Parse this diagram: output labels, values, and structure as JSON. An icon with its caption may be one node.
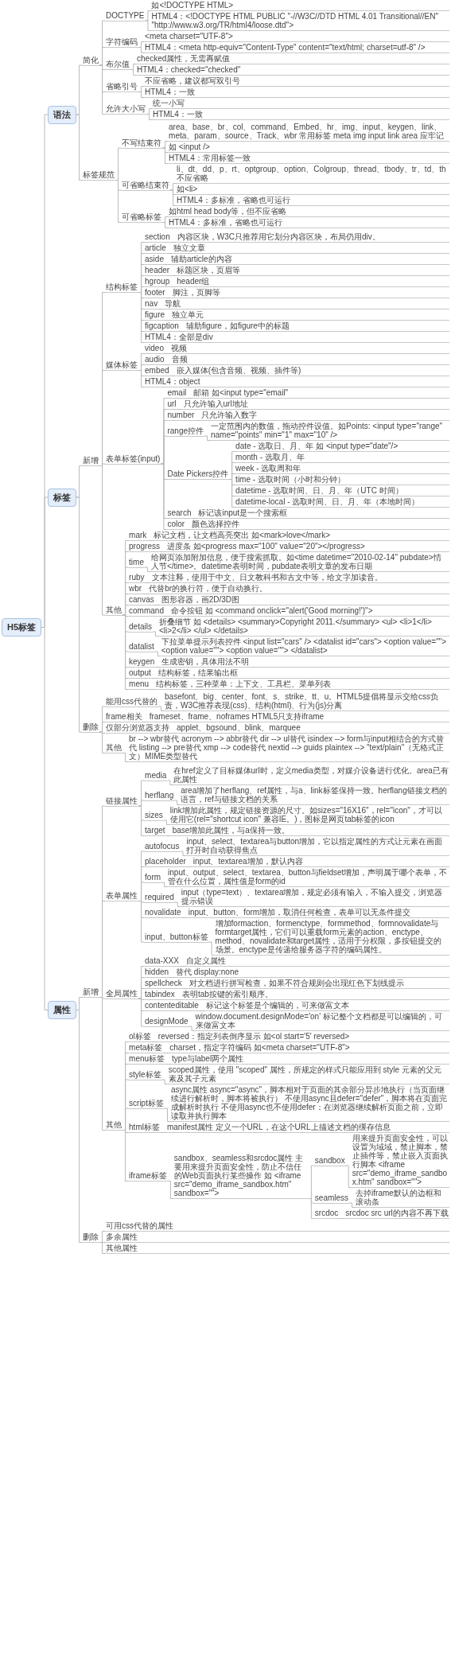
{
  "diagram": {
    "nodes": [
      {
        "text": [
          "H5标签"
        ]
      },
      {
        "text": [
          "语法"
        ]
      },
      {
        "text": [
          "简化"
        ]
      },
      {
        "text": [
          "DOCTYPE"
        ]
      },
      {
        "text": [
          "如<!DOCTYPE HTML>"
        ]
      },
      {
        "text": [
          "HTML4：<!DOCTYPE HTML PUBLIC \"-//W3C//DTD HTML 4.01 Transitional//EN\" \"http://www.w3.org/TR/html4/loose.dtd\">"
        ]
      },
      {
        "text": [
          "字符编码"
        ]
      },
      {
        "text": [
          "<meta charset=\"UTF-8\">"
        ]
      },
      {
        "text": [
          "HTML4：<meta http-equiv=\"Content-Type\" content=\"text/html; charset=utf-8\" />"
        ]
      },
      {
        "text": [
          "布尔值"
        ]
      },
      {
        "text": [
          "checked属性，无需再赋值"
        ]
      },
      {
        "text": [
          "HTML4：checked=\"checked\""
        ]
      },
      {
        "text": [
          "省略引号"
        ]
      },
      {
        "text": [
          "不应省略，建议都写双引号"
        ]
      },
      {
        "text": [
          "HTML4：一致"
        ]
      },
      {
        "text": [
          "允许大小写"
        ]
      },
      {
        "text": [
          "统一小写"
        ]
      },
      {
        "text": [
          "HTML4：一致"
        ]
      },
      {
        "text": [
          "标签规范"
        ]
      },
      {
        "text": [
          "不写结束符"
        ]
      },
      {
        "text": [
          "area、base、br、col、command、Embed、hr、img、input、keygen、link、meta、param、source、Track、wbr 常用标签 meta img input link area 应牢记"
        ]
      },
      {
        "text": [
          "如 <input />"
        ]
      },
      {
        "text": [
          "HTML4：常用标签一致"
        ]
      },
      {
        "text": [
          "可省略结束符"
        ]
      },
      {
        "text": [
          "li、dt、dd、p、rt、optgroup、option、Colgroup、thread、tbody、tr、td、th 不应省略"
        ]
      },
      {
        "text": [
          "如<li>"
        ]
      },
      {
        "text": [
          "HTML4：多标准，省略也可运行"
        ]
      },
      {
        "text": [
          "可省略标签"
        ]
      },
      {
        "text": [
          "如html head body等，但不应省略"
        ]
      },
      {
        "text": [
          "HTML4：多标准，省略也可运行"
        ]
      },
      {
        "text": [
          "标签"
        ]
      },
      {
        "text": [
          "新增"
        ]
      },
      {
        "text": [
          "结构标签"
        ]
      },
      {
        "text": [
          "section"
        ]
      },
      {
        "text": [
          "内容区块，W3C只推荐用它划分内容区块，布局仍用div。"
        ]
      },
      {
        "text": [
          "article"
        ]
      },
      {
        "text": [
          "独立文章"
        ]
      },
      {
        "text": [
          "aside"
        ]
      },
      {
        "text": [
          "辅助article的内容"
        ]
      },
      {
        "text": [
          "header"
        ]
      },
      {
        "text": [
          "标题区块，页眉等"
        ]
      },
      {
        "text": [
          "hgroup"
        ]
      },
      {
        "text": [
          "header组"
        ]
      },
      {
        "text": [
          "footer"
        ]
      },
      {
        "text": [
          "脚注，页脚等"
        ]
      },
      {
        "text": [
          "nav"
        ]
      },
      {
        "text": [
          "导航"
        ]
      },
      {
        "text": [
          "figure"
        ]
      },
      {
        "text": [
          "独立单元"
        ]
      },
      {
        "text": [
          "figcaption"
        ]
      },
      {
        "text": [
          "辅助figure，如figure中的标题"
        ]
      },
      {
        "text": [
          "HTML4：全部是div"
        ]
      },
      {
        "text": [
          "媒体标签"
        ]
      },
      {
        "text": [
          "video"
        ]
      },
      {
        "text": [
          "视频"
        ]
      },
      {
        "text": [
          "audio"
        ]
      },
      {
        "text": [
          "音频"
        ]
      },
      {
        "text": [
          "embed"
        ]
      },
      {
        "text": [
          "嵌入媒体(包含音频、视频、插件等)"
        ]
      },
      {
        "text": [
          "HTML4：object"
        ]
      },
      {
        "text": [
          "表单标签(input)"
        ]
      },
      {
        "text": [
          "email"
        ]
      },
      {
        "text": [
          "邮箱 如<input type=\"email\""
        ]
      },
      {
        "text": [
          "url"
        ]
      },
      {
        "text": [
          "只允许输入url地址"
        ]
      },
      {
        "text": [
          "number"
        ]
      },
      {
        "text": [
          "只允许输入数字"
        ]
      },
      {
        "text": [
          "range控件"
        ]
      },
      {
        "text": [
          "一定范围内的数值，拖动控件设值。如Points: <input type=\"range\" name=\"points\" min=\"1\" max=\"10\" />"
        ]
      },
      {
        "text": [
          "Date Pickers控件"
        ]
      },
      {
        "text": [
          "date - 选取日、月、年 如 <input type=\"date\"/>"
        ]
      },
      {
        "text": [
          "month - 选取月、年"
        ]
      },
      {
        "text": [
          "week - 选取周和年"
        ]
      },
      {
        "text": [
          "time - 选取时间（小时和分钟）"
        ]
      },
      {
        "text": [
          "datetime - 选取时间、日、月、年（UTC 时间）"
        ]
      },
      {
        "text": [
          "datetime-local - 选取时间、日、月、年（本地时间）"
        ]
      },
      {
        "text": [
          "search"
        ]
      },
      {
        "text": [
          "标记该input是一个搜索框"
        ]
      },
      {
        "text": [
          "color"
        ]
      },
      {
        "text": [
          "颜色选择控件"
        ]
      },
      {
        "text": [
          "其他"
        ]
      },
      {
        "text": [
          "mark"
        ]
      },
      {
        "text": [
          "标记文档，让文档高亮突出 如<mark>love</mark>"
        ]
      },
      {
        "text": [
          "progress"
        ]
      },
      {
        "text": [
          "进度条 如<progress max=\"100\" value=\"20\"></progress>"
        ]
      },
      {
        "text": [
          "time"
        ]
      },
      {
        "text": [
          "给网页添加附加信息，便于搜索抓取。如<time datetime=\"2010-02-14\" pubdate>情人节</time>。datetime表明时间，pubdate表明文章的发布日期"
        ]
      },
      {
        "text": [
          "ruby"
        ]
      },
      {
        "text": [
          "文本注释，使用于中文、日文教科书和古文中等，给文字加读音。"
        ]
      },
      {
        "text": [
          "wbr"
        ]
      },
      {
        "text": [
          "代替br的换行符，便于自动换行。"
        ]
      },
      {
        "text": [
          "canvas"
        ]
      },
      {
        "text": [
          "图形容器，画2D/3D图"
        ]
      },
      {
        "text": [
          "command"
        ]
      },
      {
        "text": [
          "命令按钮 如 <command onclick=\"alert('Good morning!')\">"
        ]
      },
      {
        "text": [
          "details"
        ]
      },
      {
        "text": [
          "折叠细节 如 <details> <summary>Copyright 2011.</summary> <ul> <li>1</li> <li>2</li> </ul> </details>"
        ]
      },
      {
        "text": [
          "datalist"
        ]
      },
      {
        "text": [
          "下拉菜单提示列表控件 <input list=\"cars\" /> <datalist id=\"cars\"> <option value=\"\"> <option value=\"\"> <option value=\"\"> </datalist>"
        ]
      },
      {
        "text": [
          "keygen"
        ]
      },
      {
        "text": [
          "生成密钥，具体用法不明"
        ]
      },
      {
        "text": [
          "output"
        ]
      },
      {
        "text": [
          "结构标签，结果输出框"
        ]
      },
      {
        "text": [
          "menu"
        ]
      },
      {
        "text": [
          "结构标签，三种菜单：上下文、工具栏、菜单列表"
        ]
      },
      {
        "text": [
          "删除"
        ]
      },
      {
        "text": [
          "能用css代替的"
        ]
      },
      {
        "text": [
          "basefont、big、center、font、s、strike、tt、u。HTML5提倡将显示交给css负责，W3C推荐表现(css)、结构(html)、行为(js)分离"
        ]
      },
      {
        "text": [
          "frame相关"
        ]
      },
      {
        "text": [
          "frameset、frame、noframes HTML5只支持iframe"
        ]
      },
      {
        "text": [
          "仅部分浏览器支持"
        ]
      },
      {
        "text": [
          "applet、bgsound、blink、marquee"
        ]
      },
      {
        "text": [
          "其他"
        ]
      },
      {
        "text": [
          "br --> wbr替代 acronym --> abbr替代 dir --> ul替代 isindex --> form与input相结合的方式替代 listing --> pre替代 xmp --> code替代 nextid --> guids plaintex --> \"text/plain\"（无格式正文）MIME类型替代"
        ]
      },
      {
        "text": [
          "属性"
        ]
      },
      {
        "text": [
          "新增"
        ]
      },
      {
        "text": [
          "链接属性"
        ]
      },
      {
        "text": [
          "media"
        ]
      },
      {
        "text": [
          "在href定义了目标媒体url时，定义media类型，对媒介设备进行优化。area已有此属性"
        ]
      },
      {
        "text": [
          "herflang"
        ]
      },
      {
        "text": [
          "area增加了herflang、ref属性，与a、link标签保持一致。herflang链接文档的语言，ref与链接文档的关系"
        ]
      },
      {
        "text": [
          "sizes"
        ]
      },
      {
        "text": [
          "link增加此属性，规定链接资源的尺寸。如sizes=\"16X16\"，rel=\"icon\"，才可以使用它(rel=\"shortcut icon\" 兼容IE。)，图标是网页tab标签的icon"
        ]
      },
      {
        "text": [
          "target"
        ]
      },
      {
        "text": [
          "base增加此属性，与a保持一致。"
        ]
      },
      {
        "text": [
          "表单属性"
        ]
      },
      {
        "text": [
          "autofocus"
        ]
      },
      {
        "text": [
          "input、select、textarea与button增加，它以指定属性的方式让元素在画面打开时自动获得焦点"
        ]
      },
      {
        "text": [
          "placeholder"
        ]
      },
      {
        "text": [
          "input、textarea增加，默认内容"
        ]
      },
      {
        "text": [
          "form"
        ]
      },
      {
        "text": [
          "input、output、select、textarea、button与fieldset增加，声明属于哪个表单，不管在什么位置，属性值是form的id"
        ]
      },
      {
        "text": [
          "required"
        ]
      },
      {
        "text": [
          "input（type=text）、textarea增加，规定必须有输入，不输入提交，浏览器提示错误"
        ]
      },
      {
        "text": [
          "novalidate"
        ]
      },
      {
        "text": [
          "input、button、form增加，取消任何检查，表单可以无条件提交"
        ]
      },
      {
        "text": [
          "input、button标签"
        ]
      },
      {
        "text": [
          "增加formaction、formenctype、formmethod、formnovalidate与formtarget属性，它们可以重载form元素的action、enctype、method、novalidate和target属性，适用于分权限，多按钮提交的场景。enctype是传递给服务器字符的编码属性。"
        ]
      },
      {
        "text": [
          "全局属性"
        ]
      },
      {
        "text": [
          "data-XXX"
        ]
      },
      {
        "text": [
          "自定义属性"
        ]
      },
      {
        "text": [
          "hidden"
        ]
      },
      {
        "text": [
          "替代 display:none"
        ]
      },
      {
        "text": [
          "spellcheck"
        ]
      },
      {
        "text": [
          "对文档进行拼写检查，如果不符合规则会出现红色下划线提示"
        ]
      },
      {
        "text": [
          "tabindex"
        ]
      },
      {
        "text": [
          "表明tab按键的索引顺序。"
        ]
      },
      {
        "text": [
          "contenteditable"
        ]
      },
      {
        "text": [
          "标记这个标签是个编辑的，可来做富文本"
        ]
      },
      {
        "text": [
          "designMode"
        ]
      },
      {
        "text": [
          "window.document.designMode='on' 标记整个文档都是可以编辑的，可来做富文本"
        ]
      },
      {
        "text": [
          "其他"
        ]
      },
      {
        "text": [
          "ol标签"
        ]
      },
      {
        "text": [
          "reversed：指定列表倒序显示 如<ol start='5' reversed>"
        ]
      },
      {
        "text": [
          "meta标签"
        ]
      },
      {
        "text": [
          "charset，指定字符编码 如<meta charset=\"UTF-8\">"
        ]
      },
      {
        "text": [
          "menu标签"
        ]
      },
      {
        "text": [
          "type与label两个属性"
        ]
      },
      {
        "text": [
          "style标签"
        ]
      },
      {
        "text": [
          "scoped属性，使用 \"scoped\" 属性，所规定的样式只能应用到 style 元素的父元素及其子元素"
        ]
      },
      {
        "text": [
          "script标签"
        ]
      },
      {
        "text": [
          "async属性 async=\"async\"，脚本相对于页面的其余部分异步地执行（当页面继续进行解析时，脚本将被执行） 不使用async且defer=\"defer\"，脚本将在页面完成解析时执行 不使用async也不使用defer：在浏览器继续解析页面之前，立即读取并执行脚本"
        ]
      },
      {
        "text": [
          "html标签"
        ]
      },
      {
        "text": [
          "manifest属性 定义一个URL，在这个URL上描述文档的缓存信息"
        ]
      },
      {
        "text": [
          "iframe标签"
        ]
      },
      {
        "text": [
          "sandbox、seamless和srcdoc属性 主要用来提升页面安全性，防止不信任的Web页面执行某些操作 如 <iframe src=\"demo_iframe_sandbox.htm\" sandbox=\"\">"
        ]
      },
      {
        "text": [
          "sandbox"
        ]
      },
      {
        "text": [
          "用来提升页面安全性，可以设置为域域，禁止脚本，禁止插件等，禁止嵌入页面执行脚本 <iframe src=\"demo_iframe_sandbox.htm\" sandbox=\"\">"
        ]
      },
      {
        "text": [
          "seamless"
        ]
      },
      {
        "text": [
          "去掉iframe默认的边框和滚动条"
        ]
      },
      {
        "text": [
          "srcdoc"
        ]
      },
      {
        "text": [
          "srcdoc src url的内容不再下载"
        ]
      },
      {
        "text": [
          "删除"
        ]
      },
      {
        "text": [
          "可用css代替的属性"
        ]
      },
      {
        "text": [
          "多余属性"
        ]
      },
      {
        "text": [
          "其他属性"
        ]
      }
    ],
    "edges": [
      {
        "from": 0,
        "to": 1,
        "arrow": "none"
      },
      {
        "from": 0,
        "to": 30,
        "arrow": "none"
      },
      {
        "from": 0,
        "to": 114,
        "arrow": "none"
      },
      {
        "from": 1,
        "to": 2,
        "arrow": "none"
      },
      {
        "from": 1,
        "to": 18,
        "arrow": "none"
      },
      {
        "from": 2,
        "to": 3,
        "arrow": "none"
      },
      {
        "from": 2,
        "to": 6,
        "arrow": "none"
      },
      {
        "from": 2,
        "to": 9,
        "arrow": "none"
      },
      {
        "from": 2,
        "to": 12,
        "arrow": "none"
      },
      {
        "from": 2,
        "to": 15,
        "arrow": "none"
      },
      {
        "from": 3,
        "to": 4,
        "arrow": "none"
      },
      {
        "from": 3,
        "to": 5,
        "arrow": "none"
      },
      {
        "from": 6,
        "to": 7,
        "arrow": "none"
      },
      {
        "from": 6,
        "to": 8,
        "arrow": "none"
      },
      {
        "from": 9,
        "to": 10,
        "arrow": "none"
      },
      {
        "from": 9,
        "to": 11,
        "arrow": "none"
      },
      {
        "from": 12,
        "to": 13,
        "arrow": "none"
      },
      {
        "from": 12,
        "to": 14,
        "arrow": "none"
      },
      {
        "from": 15,
        "to": 16,
        "arrow": "none"
      },
      {
        "from": 15,
        "to": 17,
        "arrow": "none"
      },
      {
        "from": 18,
        "to": 19,
        "arrow": "none"
      },
      {
        "from": 18,
        "to": 23,
        "arrow": "none"
      },
      {
        "from": 18,
        "to": 27,
        "arrow": "none"
      },
      {
        "from": 19,
        "to": 20,
        "arrow": "none"
      },
      {
        "from": 19,
        "to": 21,
        "arrow": "none"
      },
      {
        "from": 19,
        "to": 22,
        "arrow": "none"
      },
      {
        "from": 23,
        "to": 24,
        "arrow": "none"
      },
      {
        "from": 23,
        "to": 25,
        "arrow": "none"
      },
      {
        "from": 23,
        "to": 26,
        "arrow": "none"
      },
      {
        "from": 27,
        "to": 28,
        "arrow": "none"
      },
      {
        "from": 27,
        "to": 29,
        "arrow": "none"
      },
      {
        "from": 30,
        "to": 31,
        "arrow": "none"
      },
      {
        "from": 30,
        "to": 105,
        "arrow": "none"
      },
      {
        "from": 31,
        "to": 32,
        "arrow": "none"
      },
      {
        "from": 31,
        "to": 52,
        "arrow": "none"
      },
      {
        "from": 31,
        "to": 60,
        "arrow": "none"
      },
      {
        "from": 31,
        "to": 80,
        "arrow": "none"
      },
      {
        "from": 32,
        "to": 33,
        "arrow": "none"
      },
      {
        "from": 32,
        "to": 35,
        "arrow": "none"
      },
      {
        "from": 32,
        "to": 37,
        "arrow": "none"
      },
      {
        "from": 32,
        "to": 39,
        "arrow": "none"
      },
      {
        "from": 32,
        "to": 41,
        "arrow": "none"
      },
      {
        "from": 32,
        "to": 43,
        "arrow": "none"
      },
      {
        "from": 32,
        "to": 45,
        "arrow": "none"
      },
      {
        "from": 32,
        "to": 47,
        "arrow": "none"
      },
      {
        "from": 32,
        "to": 49,
        "arrow": "none"
      },
      {
        "from": 32,
        "to": 51,
        "arrow": "none"
      },
      {
        "from": 33,
        "to": 34,
        "arrow": "none"
      },
      {
        "from": 35,
        "to": 36,
        "arrow": "none"
      },
      {
        "from": 37,
        "to": 38,
        "arrow": "none"
      },
      {
        "from": 39,
        "to": 40,
        "arrow": "none"
      },
      {
        "from": 41,
        "to": 42,
        "arrow": "none"
      },
      {
        "from": 43,
        "to": 44,
        "arrow": "none"
      },
      {
        "from": 45,
        "to": 46,
        "arrow": "none"
      },
      {
        "from": 47,
        "to": 48,
        "arrow": "none"
      },
      {
        "from": 49,
        "to": 50,
        "arrow": "none"
      },
      {
        "from": 52,
        "to": 53,
        "arrow": "none"
      },
      {
        "from": 52,
        "to": 55,
        "arrow": "none"
      },
      {
        "from": 52,
        "to": 57,
        "arrow": "none"
      },
      {
        "from": 52,
        "to": 59,
        "arrow": "none"
      },
      {
        "from": 53,
        "to": 54,
        "arrow": "none"
      },
      {
        "from": 55,
        "to": 56,
        "arrow": "none"
      },
      {
        "from": 57,
        "to": 58,
        "arrow": "none"
      },
      {
        "from": 60,
        "to": 61,
        "arrow": "none"
      },
      {
        "from": 60,
        "to": 63,
        "arrow": "none"
      },
      {
        "from": 60,
        "to": 65,
        "arrow": "none"
      },
      {
        "from": 60,
        "to": 67,
        "arrow": "none"
      },
      {
        "from": 60,
        "to": 69,
        "arrow": "none"
      },
      {
        "from": 60,
        "to": 76,
        "arrow": "none"
      },
      {
        "from": 60,
        "to": 78,
        "arrow": "none"
      },
      {
        "from": 61,
        "to": 62,
        "arrow": "none"
      },
      {
        "from": 63,
        "to": 64,
        "arrow": "none"
      },
      {
        "from": 65,
        "to": 66,
        "arrow": "none"
      },
      {
        "from": 67,
        "to": 68,
        "arrow": "none"
      },
      {
        "from": 69,
        "to": 70,
        "arrow": "none"
      },
      {
        "from": 69,
        "to": 71,
        "arrow": "none"
      },
      {
        "from": 69,
        "to": 72,
        "arrow": "none"
      },
      {
        "from": 69,
        "to": 73,
        "arrow": "none"
      },
      {
        "from": 69,
        "to": 74,
        "arrow": "none"
      },
      {
        "from": 69,
        "to": 75,
        "arrow": "none"
      },
      {
        "from": 76,
        "to": 77,
        "arrow": "none"
      },
      {
        "from": 78,
        "to": 79,
        "arrow": "none"
      },
      {
        "from": 80,
        "to": 81,
        "arrow": "none"
      },
      {
        "from": 80,
        "to": 83,
        "arrow": "none"
      },
      {
        "from": 80,
        "to": 85,
        "arrow": "none"
      },
      {
        "from": 80,
        "to": 87,
        "arrow": "none"
      },
      {
        "from": 80,
        "to": 89,
        "arrow": "none"
      },
      {
        "from": 80,
        "to": 91,
        "arrow": "none"
      },
      {
        "from": 80,
        "to": 93,
        "arrow": "none"
      },
      {
        "from": 80,
        "to": 95,
        "arrow": "none"
      },
      {
        "from": 80,
        "to": 97,
        "arrow": "none"
      },
      {
        "from": 80,
        "to": 99,
        "arrow": "none"
      },
      {
        "from": 80,
        "to": 101,
        "arrow": "none"
      },
      {
        "from": 80,
        "to": 103,
        "arrow": "none"
      },
      {
        "from": 81,
        "to": 82,
        "arrow": "none"
      },
      {
        "from": 83,
        "to": 84,
        "arrow": "none"
      },
      {
        "from": 85,
        "to": 86,
        "arrow": "none"
      },
      {
        "from": 87,
        "to": 88,
        "arrow": "none"
      },
      {
        "from": 89,
        "to": 90,
        "arrow": "none"
      },
      {
        "from": 91,
        "to": 92,
        "arrow": "none"
      },
      {
        "from": 93,
        "to": 94,
        "arrow": "none"
      },
      {
        "from": 95,
        "to": 96,
        "arrow": "none"
      },
      {
        "from": 97,
        "to": 98,
        "arrow": "none"
      },
      {
        "from": 99,
        "to": 100,
        "arrow": "none"
      },
      {
        "from": 101,
        "to": 102,
        "arrow": "none"
      },
      {
        "from": 103,
        "to": 104,
        "arrow": "none"
      },
      {
        "from": 105,
        "to": 106,
        "arrow": "none"
      },
      {
        "from": 105,
        "to": 108,
        "arrow": "none"
      },
      {
        "from": 105,
        "to": 110,
        "arrow": "none"
      },
      {
        "from": 105,
        "to": 112,
        "arrow": "none"
      },
      {
        "from": 106,
        "to": 107,
        "arrow": "none"
      },
      {
        "from": 108,
        "to": 109,
        "arrow": "none"
      },
      {
        "from": 110,
        "to": 111,
        "arrow": "none"
      },
      {
        "from": 112,
        "to": 113,
        "arrow": "none"
      },
      {
        "from": 114,
        "to": 115,
        "arrow": "none"
      },
      {
        "from": 114,
        "to": 172,
        "arrow": "none"
      },
      {
        "from": 115,
        "to": 116,
        "arrow": "none"
      },
      {
        "from": 115,
        "to": 125,
        "arrow": "none"
      },
      {
        "from": 115,
        "to": 138,
        "arrow": "none"
      },
      {
        "from": 115,
        "to": 151,
        "arrow": "none"
      },
      {
        "from": 116,
        "to": 117,
        "arrow": "none"
      },
      {
        "from": 116,
        "to": 119,
        "arrow": "none"
      },
      {
        "from": 116,
        "to": 121,
        "arrow": "none"
      },
      {
        "from": 116,
        "to": 123,
        "arrow": "none"
      },
      {
        "from": 117,
        "to": 118,
        "arrow": "none"
      },
      {
        "from": 119,
        "to": 120,
        "arrow": "none"
      },
      {
        "from": 121,
        "to": 122,
        "arrow": "none"
      },
      {
        "from": 123,
        "to": 124,
        "arrow": "none"
      },
      {
        "from": 125,
        "to": 126,
        "arrow": "none"
      },
      {
        "from": 125,
        "to": 128,
        "arrow": "none"
      },
      {
        "from": 125,
        "to": 130,
        "arrow": "none"
      },
      {
        "from": 125,
        "to": 132,
        "arrow": "none"
      },
      {
        "from": 125,
        "to": 134,
        "arrow": "none"
      },
      {
        "from": 125,
        "to": 136,
        "arrow": "none"
      },
      {
        "from": 126,
        "to": 127,
        "arrow": "none"
      },
      {
        "from": 128,
        "to": 129,
        "arrow": "none"
      },
      {
        "from": 130,
        "to": 131,
        "arrow": "none"
      },
      {
        "from": 132,
        "to": 133,
        "arrow": "none"
      },
      {
        "from": 134,
        "to": 135,
        "arrow": "none"
      },
      {
        "from": 136,
        "to": 137,
        "arrow": "none"
      },
      {
        "from": 138,
        "to": 139,
        "arrow": "none"
      },
      {
        "from": 138,
        "to": 141,
        "arrow": "none"
      },
      {
        "from": 138,
        "to": 143,
        "arrow": "none"
      },
      {
        "from": 138,
        "to": 145,
        "arrow": "none"
      },
      {
        "from": 138,
        "to": 147,
        "arrow": "none"
      },
      {
        "from": 138,
        "to": 149,
        "arrow": "none"
      },
      {
        "from": 139,
        "to": 140,
        "arrow": "none"
      },
      {
        "from": 141,
        "to": 142,
        "arrow": "none"
      },
      {
        "from": 143,
        "to": 144,
        "arrow": "none"
      },
      {
        "from": 145,
        "to": 146,
        "arrow": "none"
      },
      {
        "from": 147,
        "to": 148,
        "arrow": "none"
      },
      {
        "from": 149,
        "to": 150,
        "arrow": "none"
      },
      {
        "from": 151,
        "to": 152,
        "arrow": "none"
      },
      {
        "from": 151,
        "to": 154,
        "arrow": "none"
      },
      {
        "from": 151,
        "to": 156,
        "arrow": "none"
      },
      {
        "from": 151,
        "to": 158,
        "arrow": "none"
      },
      {
        "from": 151,
        "to": 160,
        "arrow": "none"
      },
      {
        "from": 151,
        "to": 162,
        "arrow": "none"
      },
      {
        "from": 151,
        "to": 164,
        "arrow": "none"
      },
      {
        "from": 152,
        "to": 153,
        "arrow": "none"
      },
      {
        "from": 154,
        "to": 155,
        "arrow": "none"
      },
      {
        "from": 156,
        "to": 157,
        "arrow": "none"
      },
      {
        "from": 158,
        "to": 159,
        "arrow": "none"
      },
      {
        "from": 160,
        "to": 161,
        "arrow": "none"
      },
      {
        "from": 162,
        "to": 163,
        "arrow": "none"
      },
      {
        "from": 164,
        "to": 165,
        "arrow": "none"
      },
      {
        "from": 165,
        "to": 166,
        "arrow": "none"
      },
      {
        "from": 165,
        "to": 168,
        "arrow": "none"
      },
      {
        "from": 165,
        "to": 170,
        "arrow": "none"
      },
      {
        "from": 166,
        "to": 167,
        "arrow": "none"
      },
      {
        "from": 168,
        "to": 169,
        "arrow": "none"
      },
      {
        "from": 170,
        "to": 171,
        "arrow": "none"
      },
      {
        "from": 172,
        "to": 173,
        "arrow": "none"
      },
      {
        "from": 172,
        "to": 174,
        "arrow": "none"
      },
      {
        "from": 172,
        "to": 175,
        "arrow": "none"
      }
    ]
  }
}
